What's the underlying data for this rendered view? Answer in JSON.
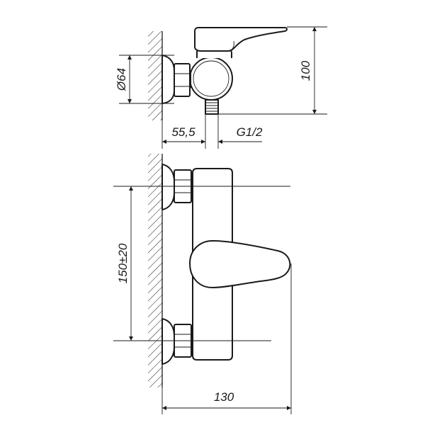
{
  "dimensions": {
    "diameter": "Ø64",
    "height": "100",
    "offset": "55,5",
    "thread": "G1/2",
    "spacing": "150±20",
    "width": "130"
  }
}
